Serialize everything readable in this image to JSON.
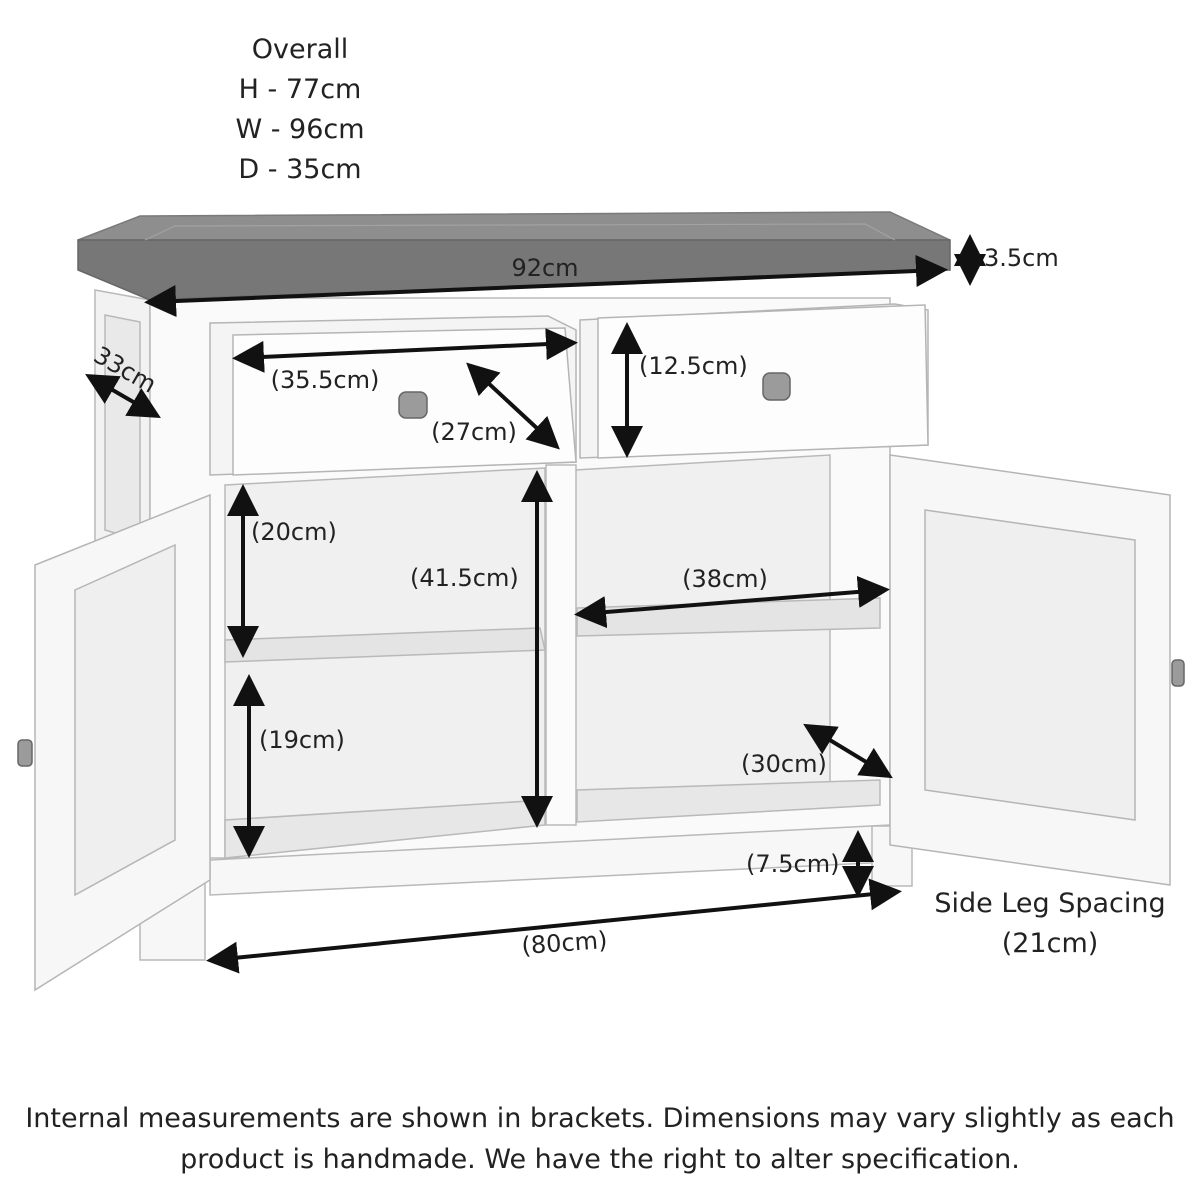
{
  "overall": {
    "heading": "Overall",
    "height": "H - 77cm",
    "width": "W - 96cm",
    "depth": "D - 35cm"
  },
  "dimensions": {
    "top_width": "92cm",
    "top_thickness": "3.5cm",
    "side_depth": "33cm",
    "drawer_width": "(35.5cm)",
    "drawer_depth": "(27cm)",
    "drawer_height": "(12.5cm)",
    "upper_shelf_height": "(20cm)",
    "cupboard_height": "(41.5cm)",
    "shelf_width": "(38cm)",
    "lower_shelf_height": "(19cm)",
    "shelf_depth": "(30cm)",
    "leg_height": "(7.5cm)",
    "leg_spacing_front": "(80cm)"
  },
  "side_leg": {
    "label": "Side Leg Spacing",
    "value": "(21cm)"
  },
  "footnote": {
    "line1": "Internal measurements are shown in brackets. Dimensions may vary slightly as each",
    "line2": "product is handmade. We have the right to alter specification."
  }
}
